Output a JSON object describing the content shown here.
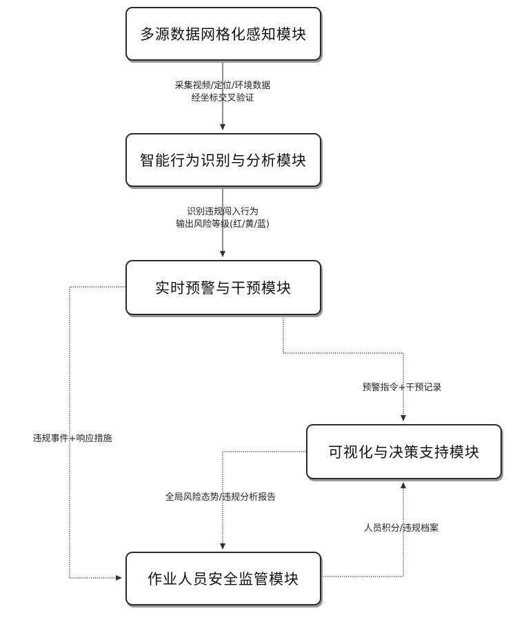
{
  "modules": {
    "perception": "多源数据网格化感知模块",
    "recognition": "智能行为识别与分析模块",
    "warning": "实时预警与干预模块",
    "visualization": "可视化与决策支持模块",
    "supervision": "作业人员安全监管模块"
  },
  "edges": {
    "perception_to_recognition": [
      "采集视频/定位/环境数据",
      "经坐标交叉验证"
    ],
    "recognition_to_warning": [
      "识别违规闯入行为",
      "输出风险等级(红/黄/蓝)"
    ],
    "warning_to_visualization": "预警指令+干预记录",
    "warning_to_supervision": "违规事件+响应措施",
    "visualization_to_supervision": "全局风险态势/违规分析报告",
    "supervision_to_visualization": "人员积分/违规档案"
  }
}
